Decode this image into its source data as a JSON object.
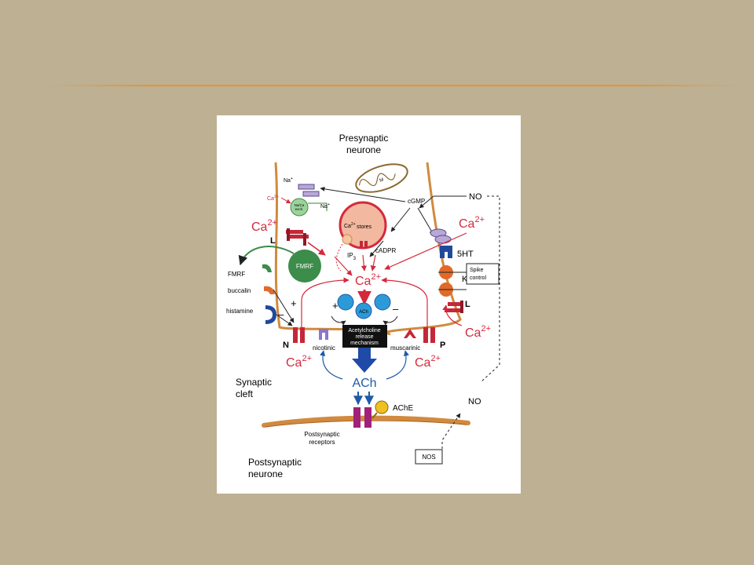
{
  "colors": {
    "background": "#bdb093",
    "accent_rule": "#e8922e",
    "membrane": "#d18a3e",
    "calcium_red": "#d42a3c",
    "ach_blue": "#1f5aa8",
    "vesicle_blue": "#2d9ad8",
    "fmrf_green": "#3c8c4a",
    "receptor_magenta": "#a1207a"
  },
  "diagram": {
    "presynaptic_label": [
      "Presynaptic",
      "neurone"
    ],
    "synaptic_cleft_label": [
      "Synaptic",
      "cleft"
    ],
    "postsynaptic_label": [
      "Postsynaptic",
      "neurone"
    ],
    "mitochondrion": "M",
    "na_top": "Na",
    "na_top_sup": "+",
    "na_right": "Na",
    "na_right_sup": "+",
    "exchanger": [
      "Na/Ca",
      "exch."
    ],
    "ca_small": "Ca",
    "ca_small_sup": "2+",
    "ca_left": "Ca",
    "ca_sup": "2+",
    "ca_right": "Ca",
    "ca_center": "Ca",
    "ca_lower_right": "Ca",
    "ca_bottom_left": "Ca",
    "ca_bottom_right": "Ca",
    "channel_L_left": "L",
    "channel_L_right": "L",
    "channel_N": "N",
    "channel_P": "P",
    "no_top": "NO",
    "no_bottom": "NO",
    "cgmp": "cGMP",
    "cadpr": "cADPR",
    "stores": "stores",
    "stores_ca": "Ca",
    "ip3": "IP",
    "ip3_sub": "3",
    "fmrf_label": "FMRF",
    "fmrf_blob": "FMRF",
    "buccalin": "buccalin",
    "histamine": "histamine",
    "ht5": "5HT",
    "k_plus": "K",
    "k_sup": "+",
    "spike_control": [
      "Spike",
      "control"
    ],
    "ach_vesicle": "ACh",
    "release_box": [
      "Acetylcholine",
      "release",
      "mechanism"
    ],
    "nicotinic": "nicotinic",
    "muscarinic": "muscarinic",
    "ach_big": "ACh",
    "ache": "AChE",
    "postsynaptic_receptors": [
      "Postsynaptic",
      "receptors"
    ],
    "nos": "NOS",
    "plus": "+",
    "minus": "–"
  }
}
